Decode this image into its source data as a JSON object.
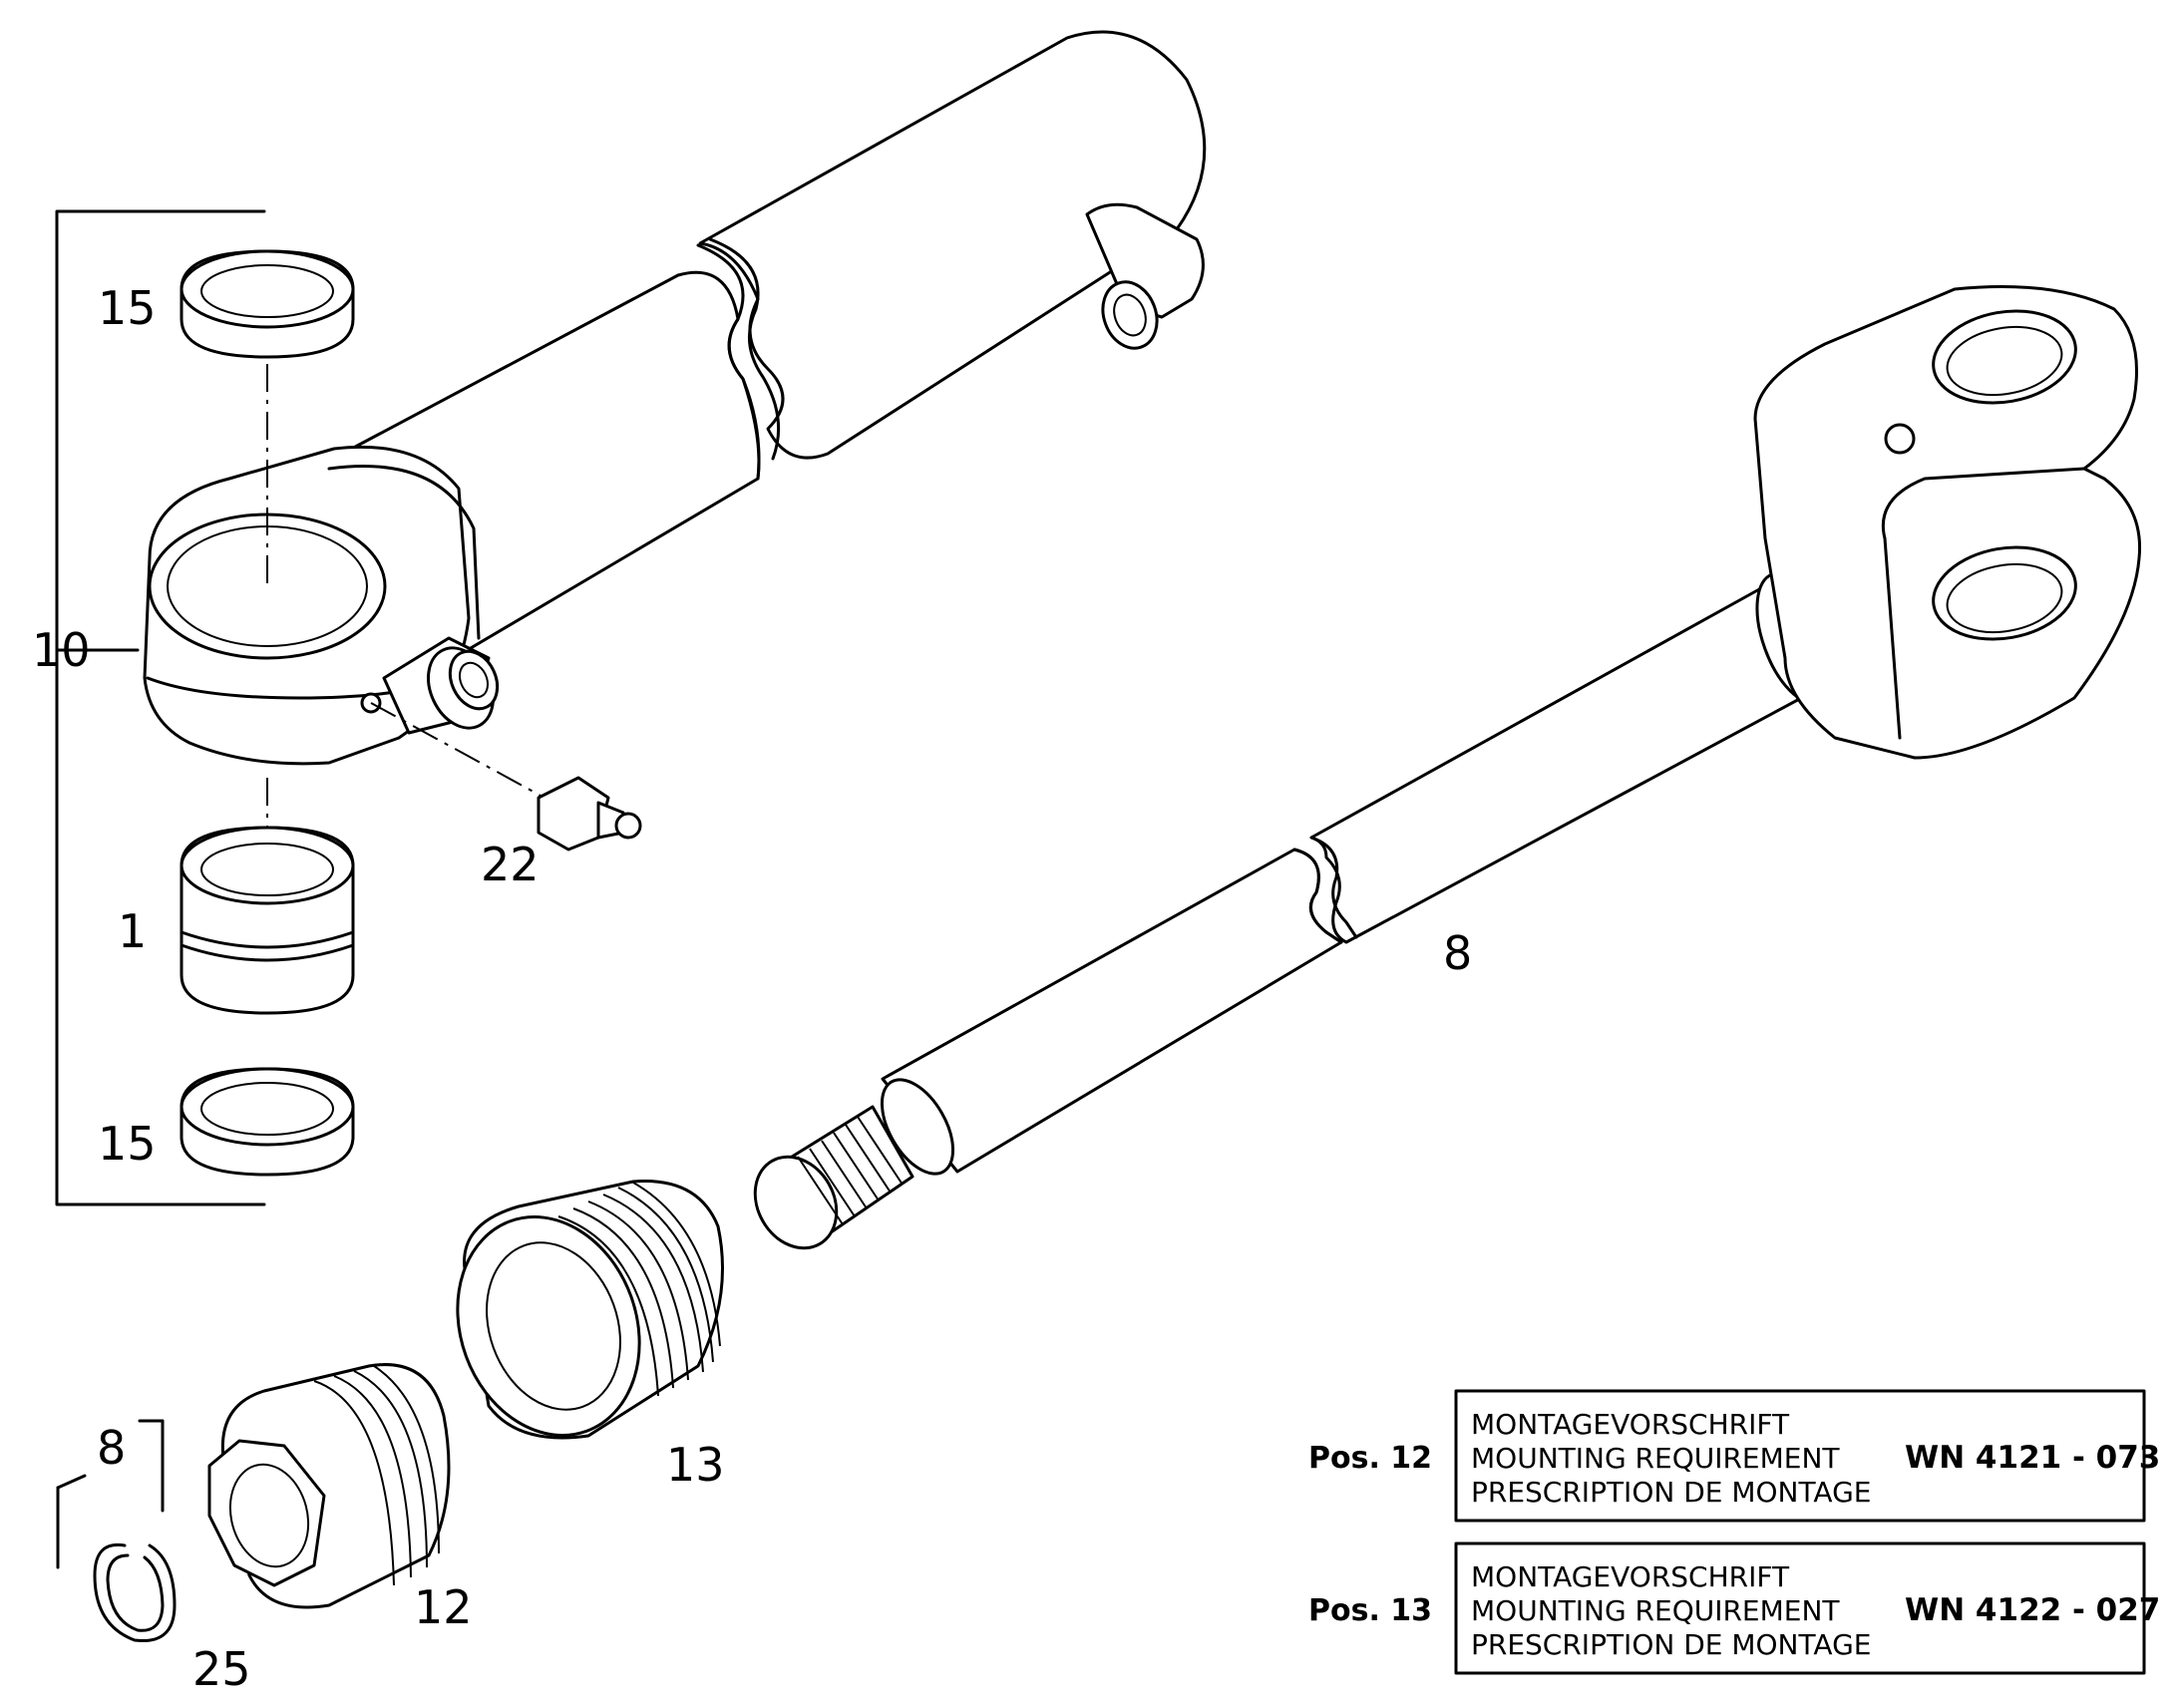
{
  "callouts": {
    "c1": "15",
    "c2": "10",
    "c3": "22",
    "c4": "1",
    "c5": "15",
    "c6": "8",
    "c7": "13",
    "c8": "8",
    "c9": "12",
    "c10": "25"
  },
  "notes": [
    {
      "pos": "Pos. 12",
      "line_de": "MONTAGEVORSCHRIFT",
      "line_en": "MOUNTING REQUIREMENT",
      "line_fr": "PRESCRIPTION DE MONTAGE",
      "ref": "WN 4121 - 073"
    },
    {
      "pos": "Pos. 13",
      "line_de": "MONTAGEVORSCHRIFT",
      "line_en": "MOUNTING REQUIREMENT",
      "line_fr": "PRESCRIPTION DE MONTAGE",
      "ref": "WN 4122 - 027"
    }
  ]
}
